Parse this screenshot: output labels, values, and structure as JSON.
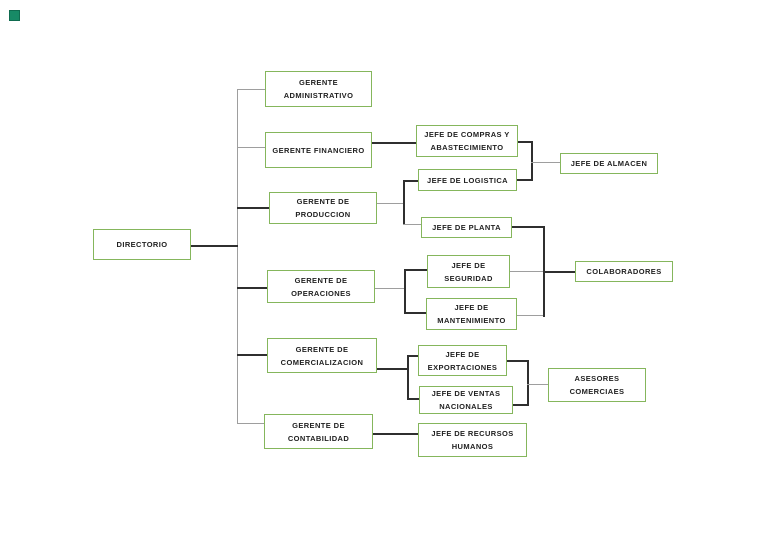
{
  "colors": {
    "node_border": "#85b65c",
    "node_text": "#222222",
    "connector_dark": "#2f2f2f",
    "connector_light": "#9e9e9e",
    "corner_badge": "#178a66"
  },
  "org_chart": {
    "nodes": [
      {
        "id": "directorio",
        "label": "DIRECTORIO"
      },
      {
        "id": "gerente-administrativo",
        "label": "GERENTE\nADMINISTRATIVO"
      },
      {
        "id": "gerente-financiero",
        "label": "GERENTE FINANCIERO"
      },
      {
        "id": "jefe-de-compras-y-abastecimiento",
        "label": "JEFE DE COMPRAS Y\nABASTECIMIENTO"
      },
      {
        "id": "jefe-de-logistica",
        "label": "JEFE DE LOGISTICA"
      },
      {
        "id": "jefe-de-almacen",
        "label": "JEFE DE ALMACEN"
      },
      {
        "id": "gerente-de-produccion",
        "label": "GERENTE DE\nPRODUCCION"
      },
      {
        "id": "jefe-de-planta",
        "label": "JEFE DE PLANTA"
      },
      {
        "id": "gerente-de-operaciones",
        "label": "GERENTE DE\nOPERACIONES"
      },
      {
        "id": "jefe-de-seguridad",
        "label": "JEFE DE\nSEGURIDAD"
      },
      {
        "id": "jefe-de-mantenimiento",
        "label": "JEFE DE\nMANTENIMIENTO"
      },
      {
        "id": "colaboradores",
        "label": "COLABORADORES"
      },
      {
        "id": "gerente-de-comercializacion",
        "label": "GERENTE DE\nCOMERCIALIZACION"
      },
      {
        "id": "jefe-de-exportaciones",
        "label": "JEFE DE\nEXPORTACIONES"
      },
      {
        "id": "jefe-de-ventas-nacionales",
        "label": "JEFE DE VENTAS\nNACIONALES"
      },
      {
        "id": "asesores-comerciales",
        "label": "ASESORES\nCOMERCIAES"
      },
      {
        "id": "gerente-de-contabilidad",
        "label": "GERENTE DE\nCONTABILIDAD"
      },
      {
        "id": "jefe-de-recursos-humanos",
        "label": "JEFE DE RECURSOS\nHUMANOS"
      }
    ],
    "edges": [
      [
        "directorio",
        "gerente-administrativo"
      ],
      [
        "directorio",
        "gerente-financiero"
      ],
      [
        "directorio",
        "gerente-de-produccion"
      ],
      [
        "directorio",
        "gerente-de-operaciones"
      ],
      [
        "directorio",
        "gerente-de-comercializacion"
      ],
      [
        "directorio",
        "gerente-de-contabilidad"
      ],
      [
        "gerente-financiero",
        "jefe-de-compras-y-abastecimiento"
      ],
      [
        "gerente-de-produccion",
        "jefe-de-logistica"
      ],
      [
        "gerente-de-produccion",
        "jefe-de-planta"
      ],
      [
        "jefe-de-compras-y-abastecimiento",
        "jefe-de-almacen"
      ],
      [
        "jefe-de-logistica",
        "jefe-de-almacen"
      ],
      [
        "gerente-de-operaciones",
        "jefe-de-seguridad"
      ],
      [
        "gerente-de-operaciones",
        "jefe-de-mantenimiento"
      ],
      [
        "jefe-de-planta",
        "colaboradores"
      ],
      [
        "jefe-de-seguridad",
        "colaboradores"
      ],
      [
        "jefe-de-mantenimiento",
        "colaboradores"
      ],
      [
        "gerente-de-comercializacion",
        "jefe-de-exportaciones"
      ],
      [
        "gerente-de-comercializacion",
        "jefe-de-ventas-nacionales"
      ],
      [
        "jefe-de-exportaciones",
        "asesores-comerciales"
      ],
      [
        "jefe-de-ventas-nacionales",
        "asesores-comerciales"
      ],
      [
        "gerente-de-contabilidad",
        "jefe-de-recursos-humanos"
      ]
    ]
  }
}
